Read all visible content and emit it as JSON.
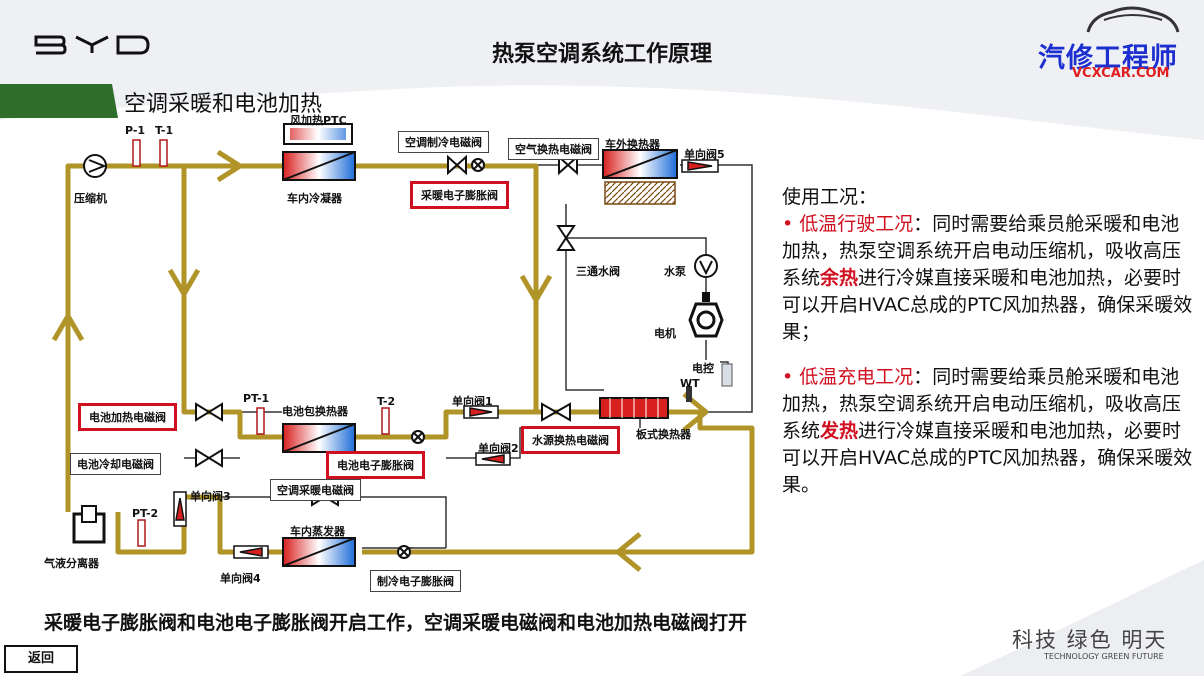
{
  "header": {
    "logo": "BYD",
    "title": "热泵空调系统工作原理",
    "brand": "汽修工程师",
    "brand_url": "VCXCAR.COM"
  },
  "section_title": "空调采暖和电池加热",
  "labels": {
    "p1": "P-1",
    "t1": "T-1",
    "compressor": "压缩机",
    "ptc": "风加热PTC",
    "condenser": "车内冷凝器",
    "cooling_valve": "空调制冷电磁阀",
    "heating_exv": "采暖电子膨胀阀",
    "air_hx_valve": "空气换热电磁阀",
    "outdoor_hx": "车外换热器",
    "check5": "单向阀5",
    "three_way": "三通水阀",
    "pump": "水泵",
    "motor": "电机",
    "controller": "电控",
    "wt": "WT",
    "battery_heat_valve": "电池加热电磁阀",
    "pt1": "PT-1",
    "battery_hx": "电池包换热器",
    "t2": "T-2",
    "check1": "单向阀1",
    "water_hx_valve": "水源换热电磁阀",
    "plate_hx": "板式换热器",
    "check2": "单向阀2",
    "battery_exv": "电池电子膨胀阀",
    "battery_cool_valve": "电池冷却电磁阀",
    "heating_valve": "空调采暖电磁阀",
    "check3": "单向阀3",
    "pt2": "PT-2",
    "evaporator": "车内蒸发器",
    "separator": "气液分离器",
    "check4": "单向阀4",
    "cooling_exv": "制冷电子膨胀阀"
  },
  "description": {
    "heading": "使用工况：",
    "item1_bullet": "• ",
    "item1_title": "低温行驶工况",
    "item1_a": "：同时需要给乘员舱采暖和电池加热，热泵空调系统开启电动压缩机，吸收高压系统",
    "item1_key": "余热",
    "item1_b": "进行冷媒直接采暖和电池加热，必要时可以开启HVAC总成的PTC风加热器，确保采暖效果；",
    "item2_bullet": "• ",
    "item2_title": "低温充电工况",
    "item2_a": "：同时需要给乘员舱采暖和电池加热，热泵空调系统开启电动压缩机，吸收高压系统",
    "item2_key": "发热",
    "item2_b": "进行冷媒直接采暖和电池加热，必要时可以开启HVAC总成的PTC风加热器，确保采暖效果。"
  },
  "footer": "采暖电子膨胀阀和电池电子膨胀阀开启工作，空调采暖电磁阀和电池加热电磁阀打开",
  "back_button": "返回",
  "slogan": "科技 绿色 明天",
  "slogan_en": "TECHNOLOGY GREEN FUTURE",
  "colors": {
    "flow": "#b09428",
    "highlight": "#d01020",
    "brand_blue": "#1e2fd0",
    "pipe": "#333333"
  }
}
